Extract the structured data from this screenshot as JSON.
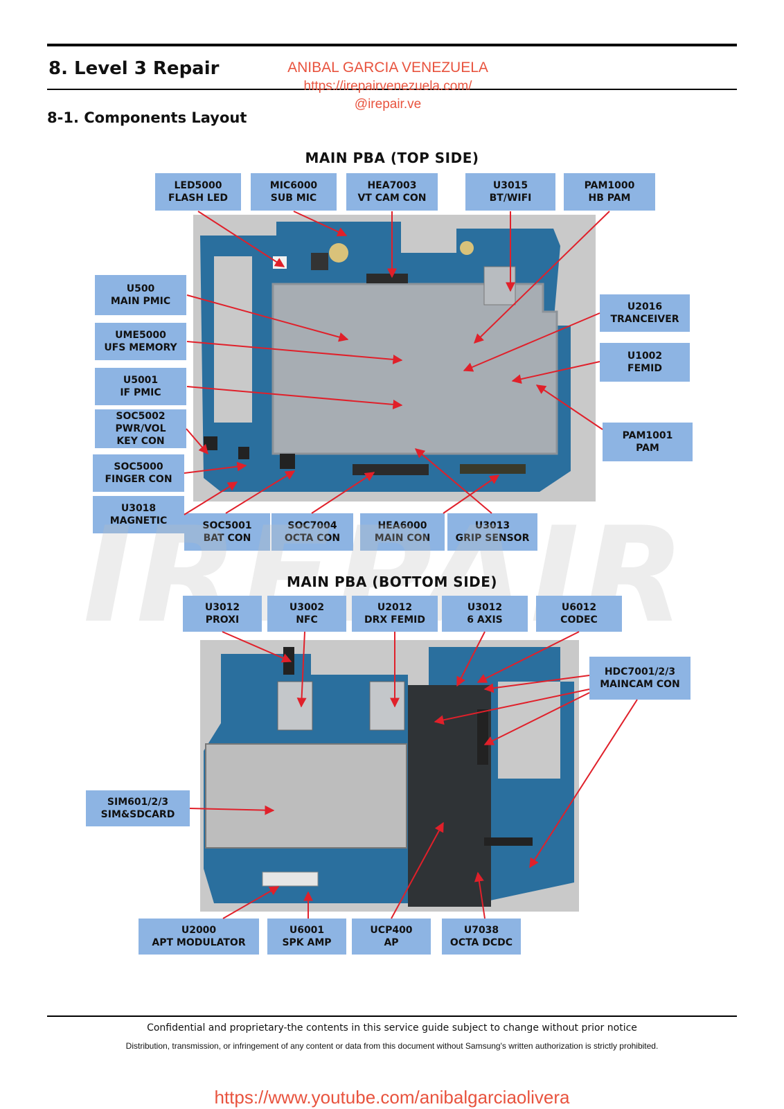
{
  "header": {
    "section_title": "8. Level 3 Repair",
    "subsection_title": "8-1. Components Layout"
  },
  "watermark": {
    "line1": "ANIBAL GARCIA VENEZUELA",
    "line2": "https://irepairvenezuela.com/",
    "line3": "@irepair.ve",
    "big_text": "IREPAIR",
    "bottom_link": "https://www.youtube.com/anibalgarciaolivera",
    "color": "#e8533e"
  },
  "top_diagram": {
    "title": "MAIN PBA (TOP SIDE)",
    "labels": {
      "led5000": [
        "LED5000",
        "FLASH LED"
      ],
      "mic6000": [
        "MIC6000",
        "SUB MIC"
      ],
      "hea7003": [
        "HEA7003",
        "VT CAM CON"
      ],
      "u3015": [
        "U3015",
        "BT/WIFI"
      ],
      "pam1000": [
        "PAM1000",
        "HB PAM"
      ],
      "u500": [
        "U500",
        "MAIN PMIC"
      ],
      "ume5000": [
        "UME5000",
        "UFS MEMORY"
      ],
      "u5001": [
        "U5001",
        "IF PMIC"
      ],
      "soc5002": [
        "SOC5002",
        "PWR/VOL",
        "KEY CON"
      ],
      "soc5000": [
        "SOC5000",
        "FINGER CON"
      ],
      "u3018": [
        "U3018",
        "MAGNETIC"
      ],
      "u2016": [
        "U2016",
        "TRANCEIVER"
      ],
      "u1002": [
        "U1002",
        "FEMID"
      ],
      "pam1001": [
        "PAM1001",
        "PAM"
      ],
      "soc5001": [
        "SOC5001",
        "BAT CON"
      ],
      "soc7004": [
        "SOC7004",
        "OCTA CON"
      ],
      "hea6000": [
        "HEA6000",
        "MAIN CON"
      ],
      "u3013": [
        "U3013",
        "GRIP SENSOR"
      ]
    }
  },
  "bottom_diagram": {
    "title": "MAIN PBA (BOTTOM SIDE)",
    "labels": {
      "u3012_proxi": [
        "U3012",
        "PROXI"
      ],
      "u3002": [
        "U3002",
        "NFC"
      ],
      "u2012": [
        "U2012",
        "DRX FEMID"
      ],
      "u3012_axis": [
        "U3012",
        "6 AXIS"
      ],
      "u6012": [
        "U6012",
        "CODEC"
      ],
      "hdc7001": [
        "HDC7001/2/3",
        "MAINCAM CON"
      ],
      "sim601": [
        "SIM601/2/3",
        "SIM&SDCARD"
      ],
      "u2000": [
        "U2000",
        "APT MODULATOR"
      ],
      "u6001": [
        "U6001",
        "SPK AMP"
      ],
      "ucp400": [
        "UCP400",
        "AP"
      ],
      "u7038": [
        "U7038",
        "OCTA DCDC"
      ]
    }
  },
  "footer": {
    "line1": "Confidential and proprietary-the contents in this service guide subject to change without prior notice",
    "line2": "Distribution, transmission, or infringement of any content or data from this document without Samsung's written authorization is strictly prohibited."
  },
  "colors": {
    "label_bg": "#8db4e3",
    "arrow": "#e0202a",
    "pcb": "#2a6f9e",
    "shield": "#a7adb3"
  }
}
